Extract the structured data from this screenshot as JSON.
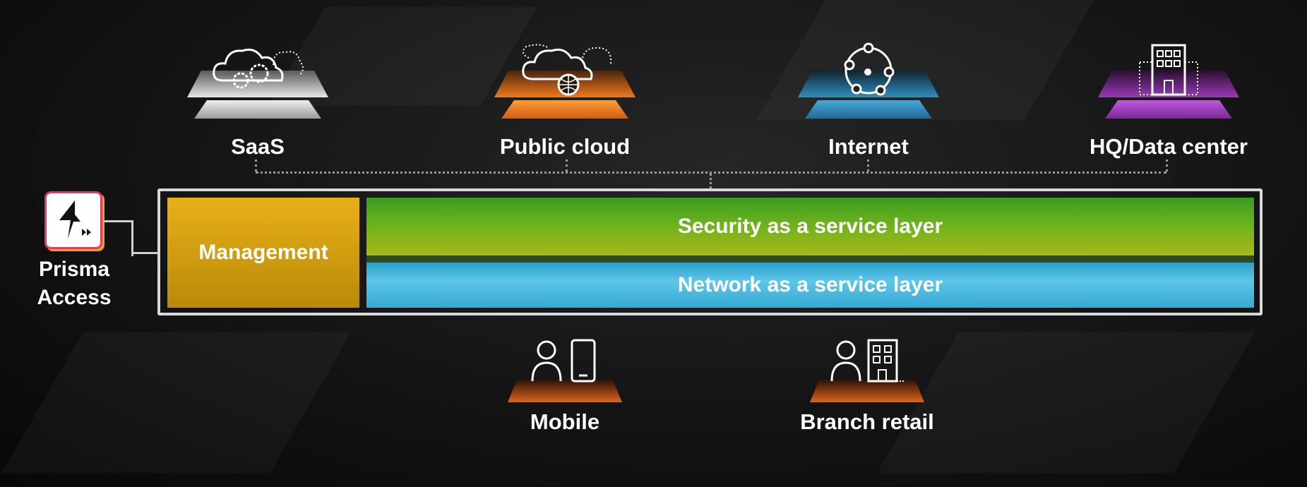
{
  "top_nodes": [
    {
      "label": "SaaS",
      "icon": "cloud-gears-icon",
      "color": "#d9d9d9"
    },
    {
      "label": "Public cloud",
      "icon": "cloud-globe-icon",
      "color": "#f07a1a"
    },
    {
      "label": "Internet",
      "icon": "globe-network-icon",
      "color": "#2e8ec0"
    },
    {
      "label": "HQ/Data center",
      "icon": "building-icon",
      "color": "#9a3ab8"
    }
  ],
  "bottom_nodes": [
    {
      "label": "Mobile",
      "icon": "person-phone-icon",
      "color": "#e0621a"
    },
    {
      "label": "Branch retail",
      "icon": "person-building-icon",
      "color": "#e0621a"
    }
  ],
  "platform": {
    "management": "Management",
    "security_layer": "Security as a service layer",
    "network_layer": "Network as a service layer"
  },
  "product": {
    "name_line1": "Prisma",
    "name_line2": "Access",
    "logo_icon": "prisma-access-logo-icon",
    "logo_colors": [
      "#e23a60",
      "#f2a020"
    ]
  }
}
